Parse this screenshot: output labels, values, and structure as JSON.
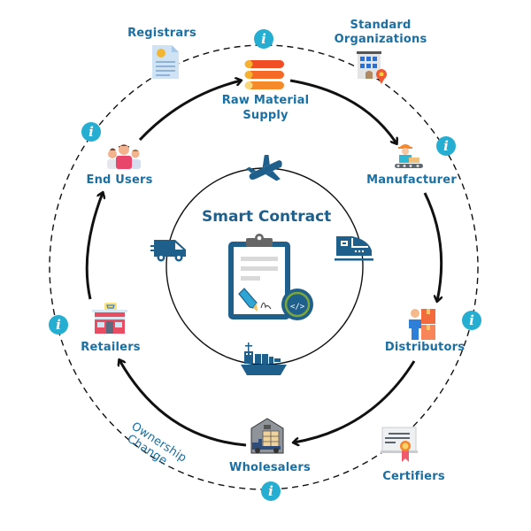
{
  "diagram": {
    "center_title": "Smart Contract",
    "stages": [
      {
        "id": "raw-material",
        "label_lines": [
          "Raw Material",
          "Supply"
        ],
        "icon": "logs-icon"
      },
      {
        "id": "manufacturer",
        "label": "Manufacturer",
        "icon": "factory-worker-icon"
      },
      {
        "id": "distributors",
        "label": "Distributors",
        "icon": "delivery-person-boxes-icon"
      },
      {
        "id": "wholesalers",
        "label": "Wholesalers",
        "icon": "warehouse-truck-icon"
      },
      {
        "id": "retailers",
        "label": "Retailers",
        "icon": "shop-icon"
      },
      {
        "id": "end-users",
        "label": "End Users",
        "icon": "people-group-icon"
      }
    ],
    "outer_parties": [
      {
        "id": "registrars",
        "label": "Registrars",
        "icon": "document-icon"
      },
      {
        "id": "standard-organizations",
        "label_lines": [
          "Standard",
          "Organizations"
        ],
        "icon": "building-location-icon"
      },
      {
        "id": "certifiers",
        "label": "Certifiers",
        "icon": "certificate-icon"
      }
    ],
    "transport_modes": [
      "airplane-icon",
      "train-icon",
      "ship-icon",
      "truck-icon"
    ],
    "annotation_lines": [
      "Ownership",
      "Change"
    ],
    "info_symbol": "i",
    "flow_order": [
      "End Users",
      "Raw Material Supply",
      "Manufacturer",
      "Distributors",
      "Wholesalers",
      "Retailers",
      "End Users"
    ]
  },
  "colors": {
    "label": "#1a6fa3",
    "icon_blue": "#1f5f8b",
    "info_badge": "#25aed1",
    "flow_arrow": "#111111"
  }
}
